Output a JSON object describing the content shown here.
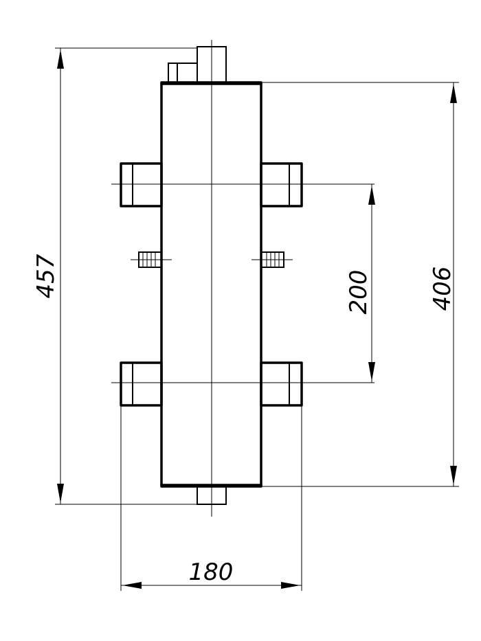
{
  "drawing": {
    "dimensions": {
      "overall_height": "457",
      "body_height": "406",
      "nozzle_spacing": "200",
      "nozzle_width": "180"
    }
  }
}
